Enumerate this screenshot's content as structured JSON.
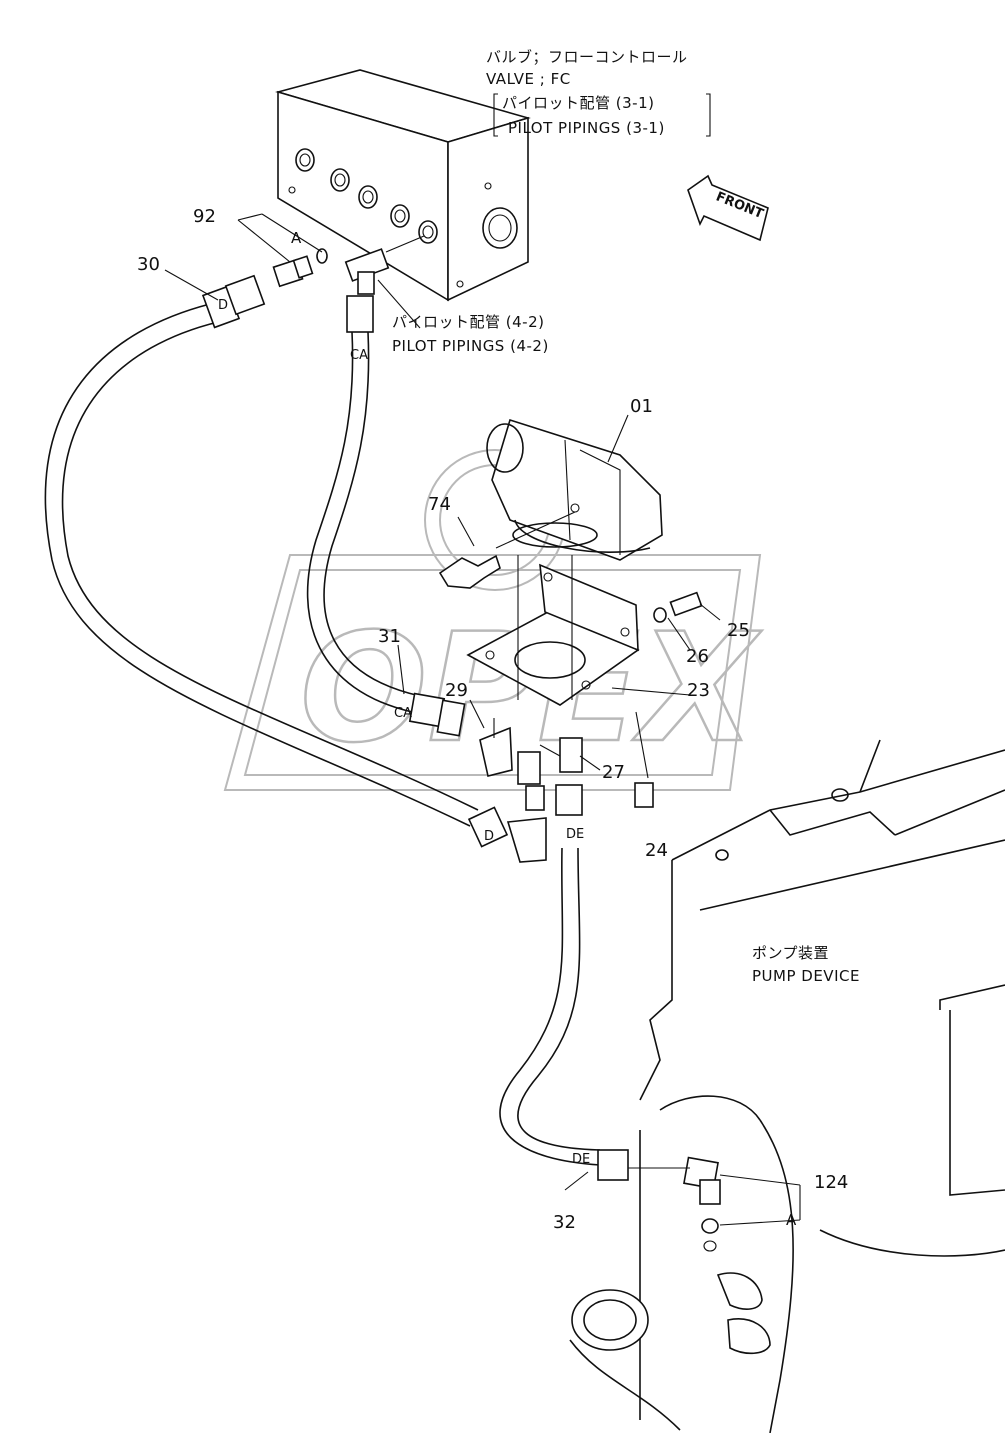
{
  "captions": {
    "valve_jp": "バルブ；フローコントロール",
    "valve_en": "VALVE ; FC",
    "pilot31_jp": "パイロット配管 (3-1)",
    "pilot31_en": "PILOT  PIPINGS (3-1)",
    "pilot42_jp": "パイロット配管 (4-2)",
    "pilot42_en": "PILOT  PIPINGS (4-2)",
    "pump_jp": "ポンプ装置",
    "pump_en": "PUMP  DEVICE",
    "front": "FRONT",
    "watermark": "OPEX"
  },
  "part_numbers": {
    "p92": "92",
    "p30": "30",
    "p01": "01",
    "p74": "74",
    "p31": "31",
    "p29": "29",
    "p25": "25",
    "p26": "26",
    "p23": "23",
    "p27": "27",
    "p24": "24",
    "p124": "124",
    "p32": "32"
  },
  "hose_marks": {
    "a_top": "A",
    "d_top": "D",
    "ca_top": "CA",
    "ca_mid": "CA",
    "d_bottom": "D",
    "de_top": "DE",
    "de_bottom": "DE",
    "a_bottom": "A"
  }
}
